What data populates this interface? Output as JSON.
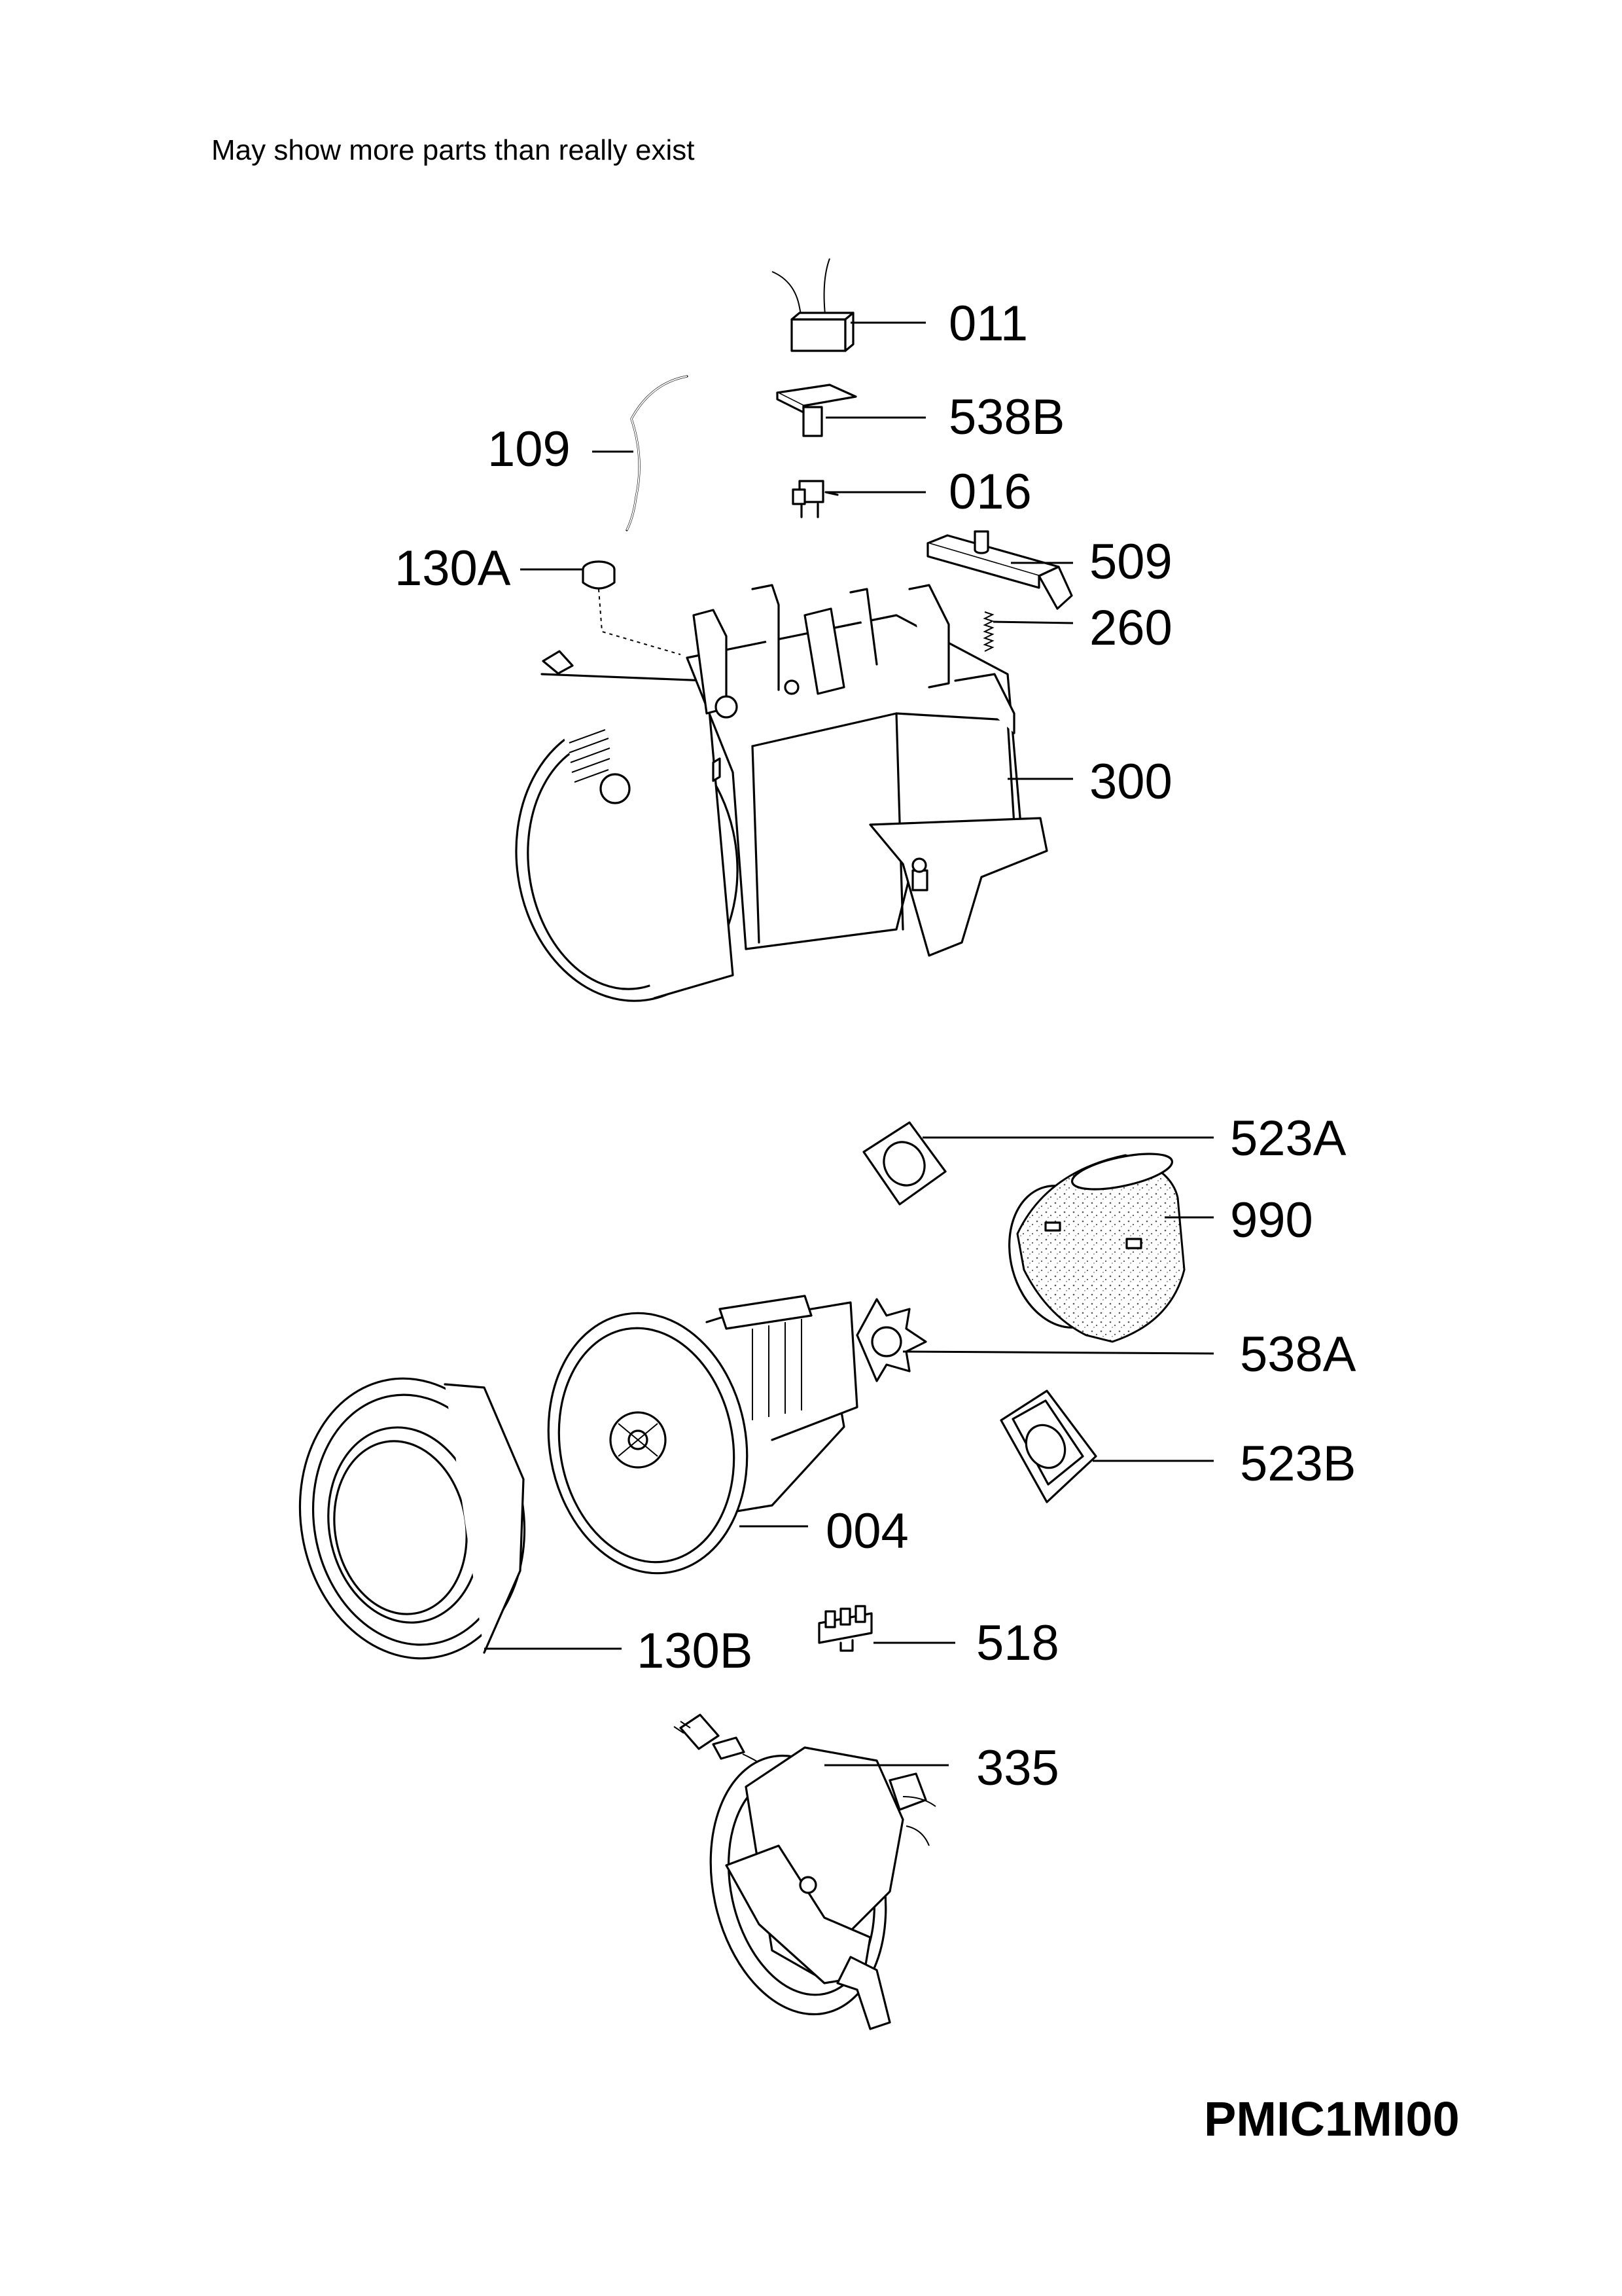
{
  "header": {
    "note": "May show more parts than really exist"
  },
  "footer": {
    "diagram_code": "PMIC1MI00"
  },
  "parts": {
    "p011": "011",
    "p538B": "538B",
    "p109": "109",
    "p016": "016",
    "p130A": "130A",
    "p509": "509",
    "p260": "260",
    "p300": "300",
    "p523A": "523A",
    "p990": "990",
    "p538A": "538A",
    "p523B": "523B",
    "p004": "004",
    "p518": "518",
    "p130B": "130B",
    "p335": "335"
  }
}
